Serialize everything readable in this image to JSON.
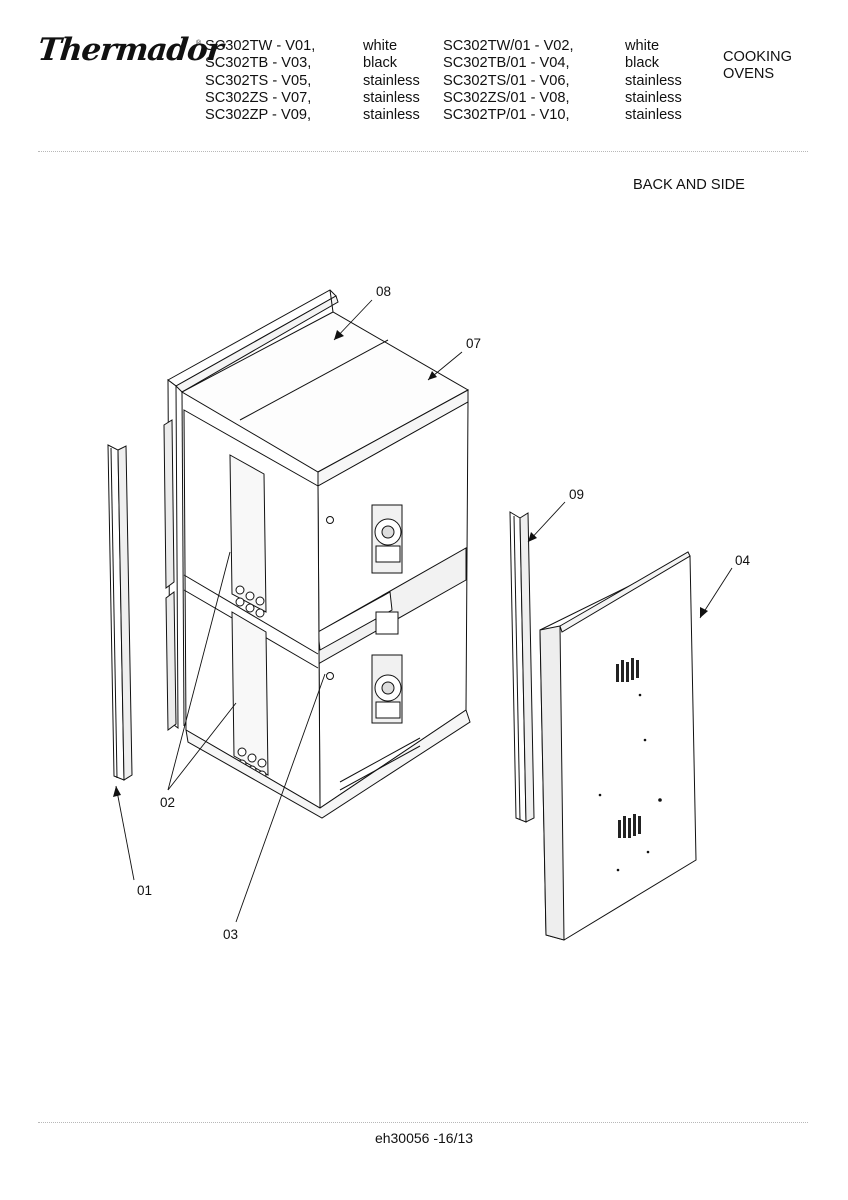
{
  "brand": "Thermador",
  "brand_mark": "®",
  "models": [
    {
      "model_a": "SC302TW - V01,",
      "finish_a": "white",
      "model_b": "SC302TW/01 - V02,",
      "finish_b": "white"
    },
    {
      "model_a": "SC302TB - V03,",
      "finish_a": "black",
      "model_b": "SC302TB/01 - V04,",
      "finish_b": "black"
    },
    {
      "model_a": "SC302TS - V05,",
      "finish_a": "stainless",
      "model_b": "SC302TS/01 - V06,",
      "finish_b": "stainless"
    },
    {
      "model_a": "SC302ZS - V07,",
      "finish_a": "stainless",
      "model_b": "SC302ZS/01 - V08,",
      "finish_b": "stainless"
    },
    {
      "model_a": "SC302ZP - V09,",
      "finish_a": "stainless",
      "model_b": "SC302TP/01 - V10,",
      "finish_b": "stainless"
    }
  ],
  "category": {
    "line1": "COOKING",
    "line2": "OVENS"
  },
  "section_title": "BACK AND SIDE",
  "callouts": {
    "p01": "01",
    "p02": "02",
    "p03": "03",
    "p04": "04",
    "p07": "07",
    "p08": "08",
    "p09": "09"
  },
  "footer": "eh30056 -16/13"
}
